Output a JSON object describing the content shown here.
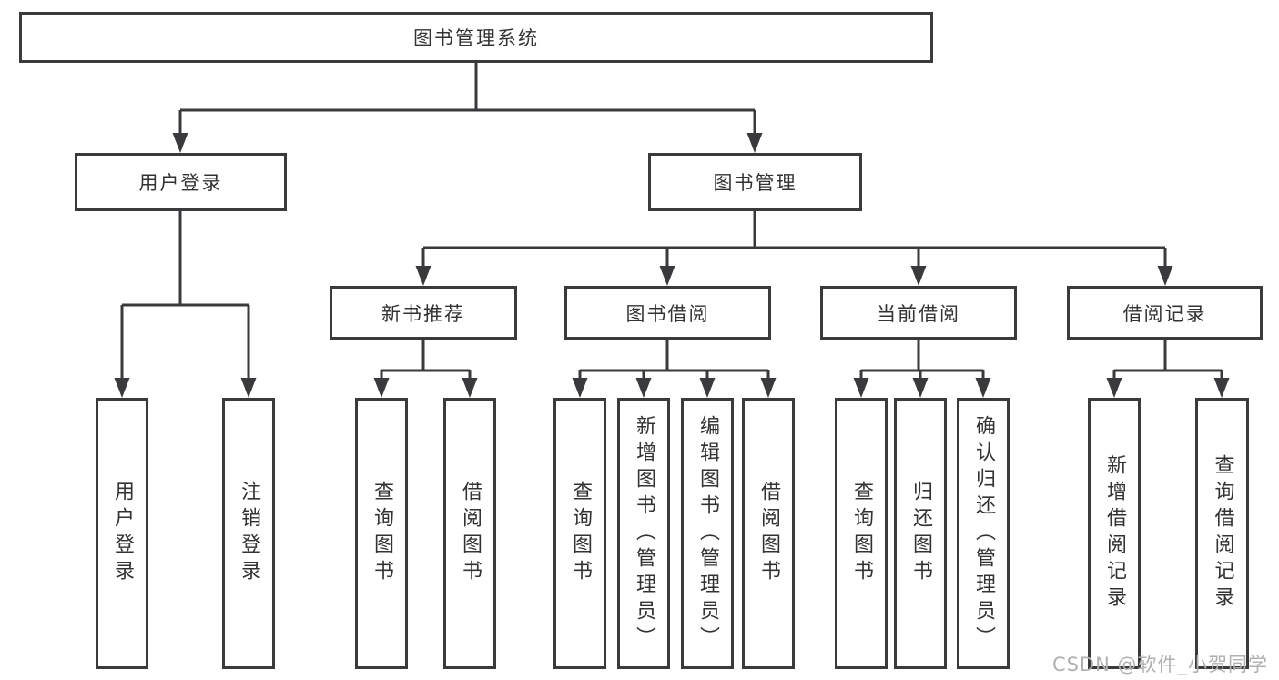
{
  "diagram": {
    "type": "hierarchy-tree",
    "root": {
      "label": "图书管理系统"
    },
    "branches": [
      {
        "label": "用户登录",
        "children": [
          {
            "label": "用户登录"
          },
          {
            "label": "注销登录"
          }
        ]
      },
      {
        "label": "图书管理",
        "children": [
          {
            "label": "新书推荐",
            "children": [
              {
                "label": "查询图书"
              },
              {
                "label": "借阅图书"
              }
            ]
          },
          {
            "label": "图书借阅",
            "children": [
              {
                "label": "查询图书"
              },
              {
                "label": "新增图书（管理员）"
              },
              {
                "label": "编辑图书（管理员）"
              },
              {
                "label": "借阅图书"
              }
            ]
          },
          {
            "label": "当前借阅",
            "children": [
              {
                "label": "查询图书"
              },
              {
                "label": "归还图书"
              },
              {
                "label": "确认归还（管理员）"
              }
            ]
          },
          {
            "label": "借阅记录",
            "children": [
              {
                "label": "新增借阅记录"
              },
              {
                "label": "查询借阅记录"
              }
            ]
          }
        ]
      }
    ]
  },
  "watermark": {
    "text": "CSDN @软件_小贺同学",
    "color": "#b0b0b0"
  },
  "colors": {
    "line": "#3a3a3c",
    "box_border": "#3a3a3c",
    "text": "#333333",
    "background": "#ffffff"
  }
}
